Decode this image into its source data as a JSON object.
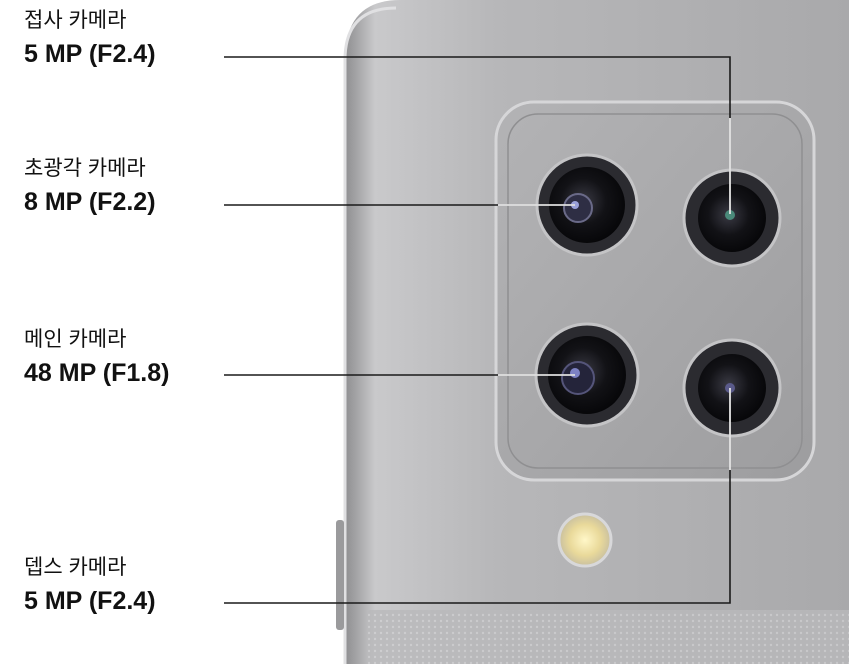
{
  "cameras": [
    {
      "name": "접사 카메라",
      "spec": "5 MP (F2.4)"
    },
    {
      "name": "초광각 카메라",
      "spec": "8 MP (F2.2)"
    },
    {
      "name": "메인 카메라",
      "spec": "48 MP (F1.8)"
    },
    {
      "name": "뎁스 카메라",
      "spec": "5 MP (F2.4)"
    }
  ],
  "colors": {
    "phone_body": "#b5b5b7",
    "camera_module": "#a9a9ab",
    "leader_line": "#1a1a1a",
    "text": "#111111"
  }
}
